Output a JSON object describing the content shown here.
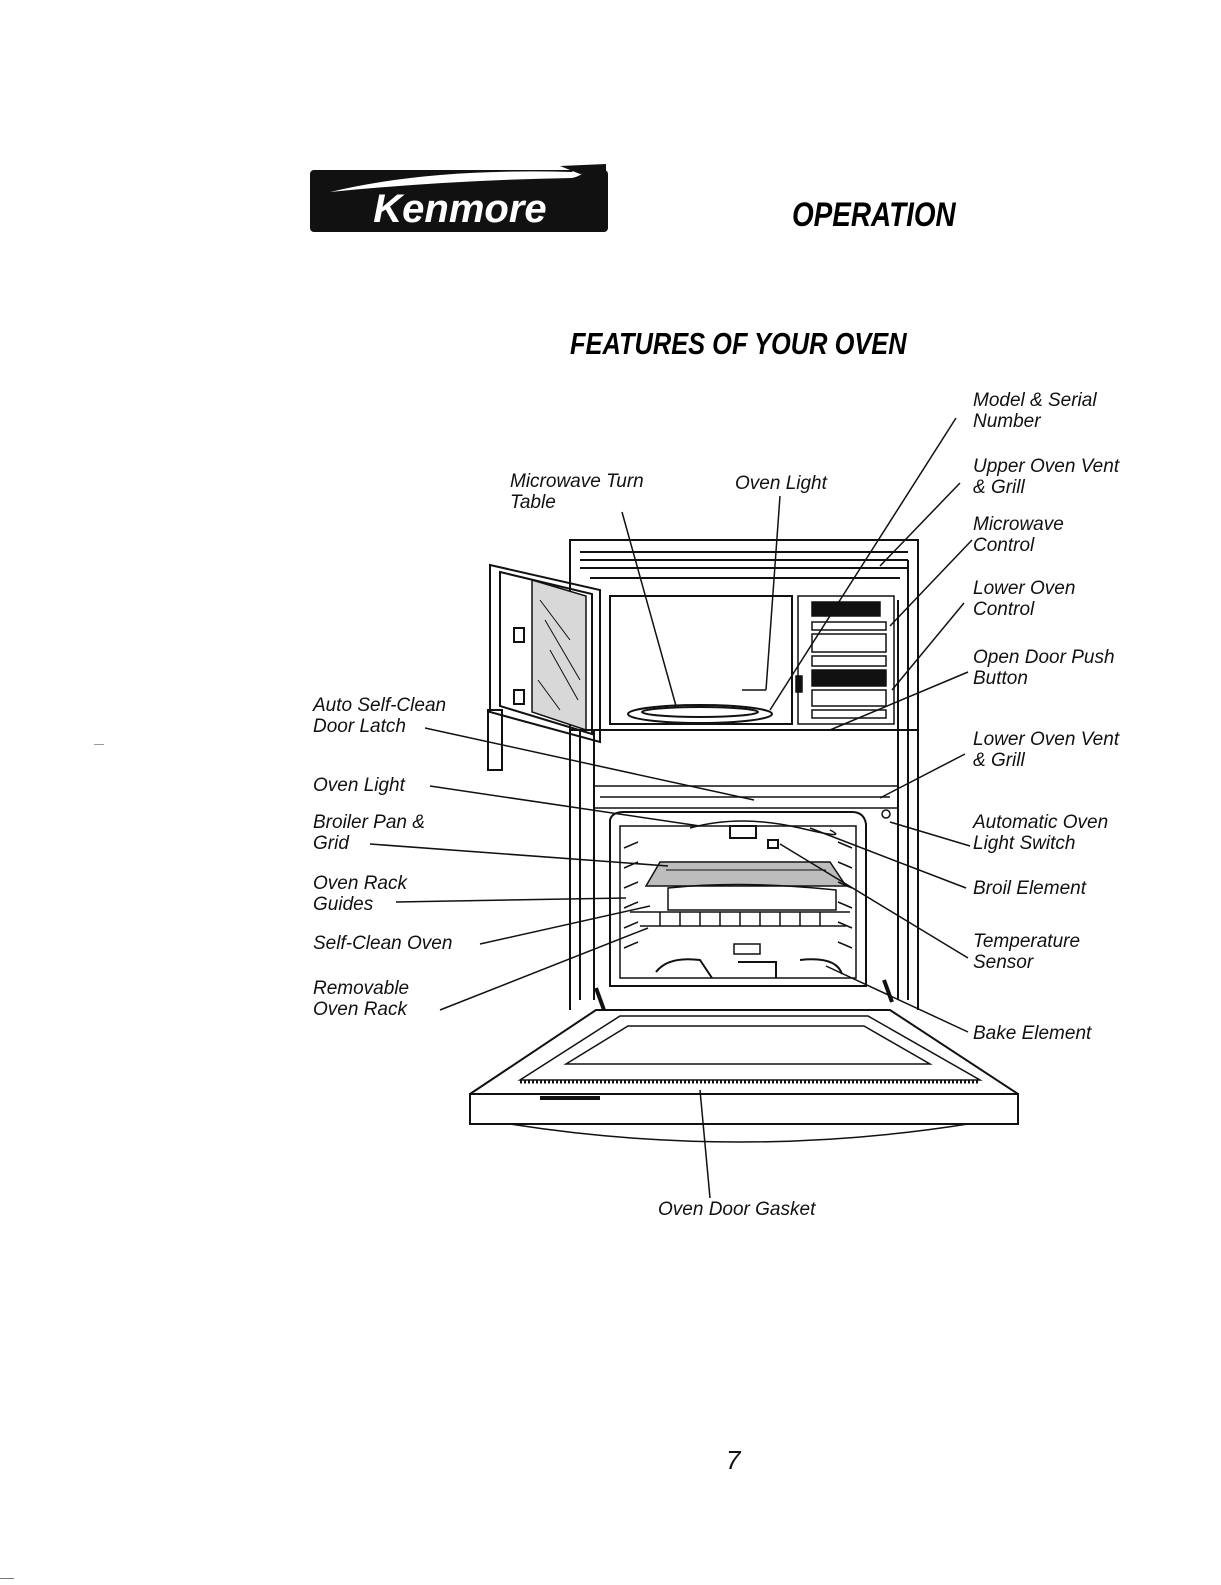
{
  "brand": {
    "logo_text": "Kenmore",
    "logo_icon": "kenmore-logo-swoosh"
  },
  "header": {
    "section_title": "OPERATION"
  },
  "page": {
    "title": "FEATURES OF YOUR OVEN",
    "page_number": "7"
  },
  "diagram": {
    "labels": {
      "microwave_turn_table": "Microwave Turn\nTable",
      "oven_light_top": "Oven Light",
      "model_serial_number": "Model & Serial\nNumber",
      "upper_oven_vent_grill": "Upper Oven Vent\n& Grill",
      "microwave_control": "Microwave\nControl",
      "lower_oven_control": "Lower Oven\nControl",
      "open_door_push_button": "Open Door Push\nButton",
      "auto_self_clean_door_latch": "Auto Self-Clean\nDoor Latch",
      "lower_oven_vent_grill": "Lower Oven Vent\n& Grill",
      "oven_light_left": "Oven Light",
      "broiler_pan_grid": "Broiler Pan &\nGrid",
      "automatic_oven_light_switch": "Automatic Oven\nLight Switch",
      "oven_rack_guides": "Oven Rack\nGuides",
      "broil_element": "Broil Element",
      "self_clean_oven": "Self-Clean Oven",
      "temperature_sensor": "Temperature\nSensor",
      "removable_oven_rack": "Removable\nOven Rack",
      "bake_element": "Bake Element",
      "oven_door_gasket": "Oven Door Gasket"
    }
  }
}
